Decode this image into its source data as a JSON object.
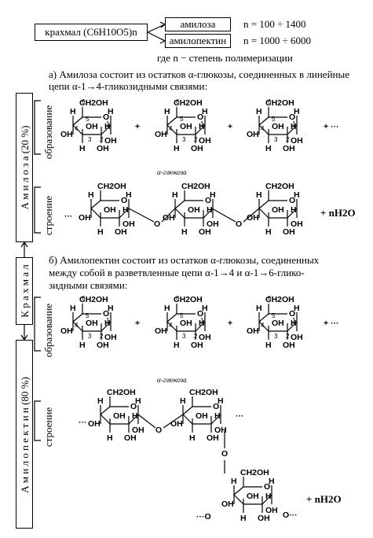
{
  "top": {
    "starch_box": "крахмал (C6H10O5)n",
    "amylose_box": "амилоза",
    "amylopectin_box": "амилопектин",
    "n_amylose": "n = 100 ÷ 1400",
    "n_amylopectin": "n = 1000 ÷ 6000",
    "where_n": "где n − степень полимеризации"
  },
  "section_a": {
    "text_line1": "а) Амилоза состоит из остатков α-глюкозы, соединенных в линейные",
    "text_line2": "цепи α-1→4-гликозидными связями:",
    "formation_label": "образование",
    "structure_label": "строение",
    "glucose_caption": "α-глюкоза",
    "product": "+ nH2O"
  },
  "section_b": {
    "text_line1": "б) Амилопектин состоит из остатков α-глюкозы, соединенных",
    "text_line2": "между собой в разветвленные цепи α-1→4 и α-1→6-глико-",
    "text_line3": "зидными связями:",
    "formation_label": "образование",
    "structure_label": "строение",
    "glucose_caption": "α-глюкоза",
    "product": "+ nH2O"
  },
  "side": {
    "amylose": "А м и л о з а  (20 %)",
    "starch": "К р а х м а л",
    "amylopectin": "А м и л о п е к т и н  (80 %)"
  },
  "atoms": {
    "ch2oh": "CH2OH",
    "oh": "OH",
    "h": "H",
    "o": "O",
    "plus": "+",
    "ellipsis": "···"
  }
}
